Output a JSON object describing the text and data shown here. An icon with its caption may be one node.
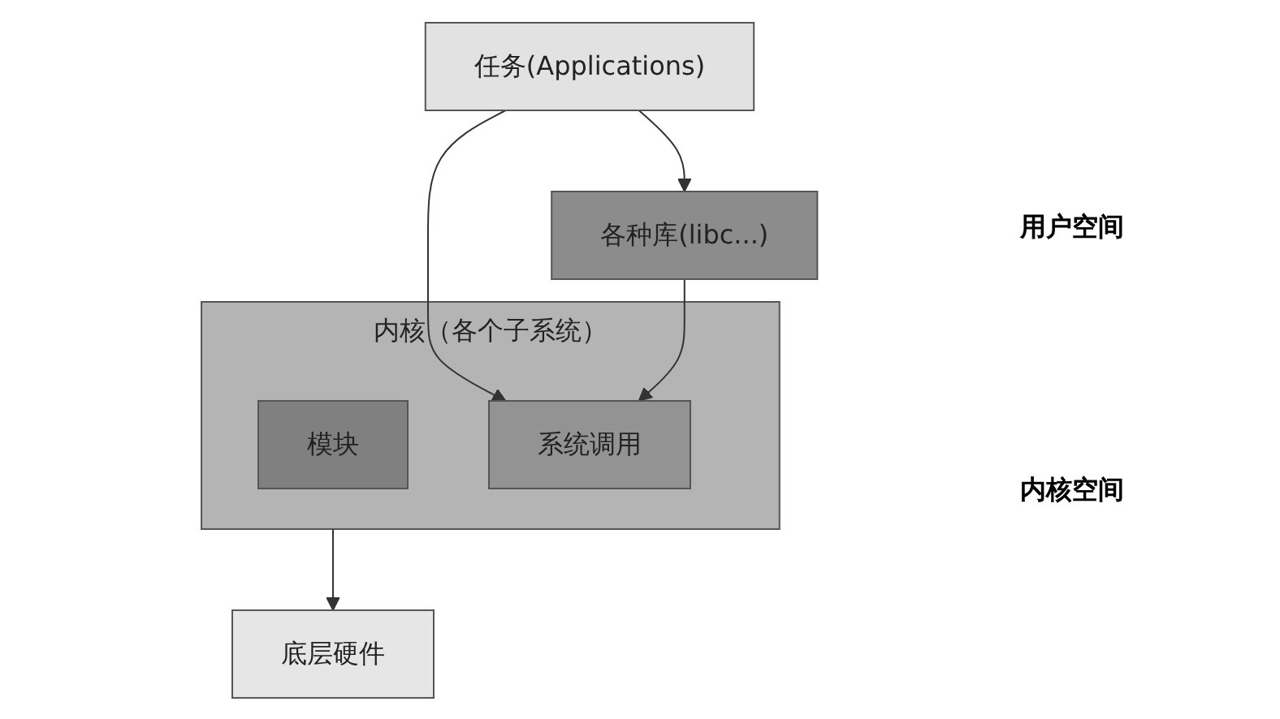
{
  "diagram": {
    "nodes": [
      {
        "text": [
          "任务(Applications)"
        ]
      },
      {
        "text": [
          "各种库(libc...)"
        ]
      },
      {
        "text": [
          "内核（各个子系统）"
        ]
      },
      {
        "text": [
          "系统调用"
        ],
        "in": 2
      },
      {
        "text": [
          "模块"
        ],
        "in": 2
      },
      {
        "text": [
          "底层硬件"
        ]
      }
    ],
    "edges": [
      {
        "from": 0,
        "to": 1,
        "arrow": "to"
      },
      {
        "from": 0,
        "to": 3,
        "arrow": "to"
      },
      {
        "from": 1,
        "to": 3,
        "arrow": "to"
      },
      {
        "from": 2,
        "to": 5,
        "arrow": "to"
      }
    ],
    "labels": [
      "用户空间",
      "内核空间"
    ]
  }
}
